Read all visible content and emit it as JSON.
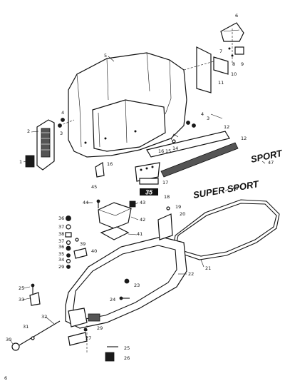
{
  "diagram": {
    "decals": {
      "sport_small": "SPORT",
      "super_sport": "SUPER SPORT",
      "model_number": "35"
    },
    "callouts": [
      {
        "n": "1"
      },
      {
        "n": "2"
      },
      {
        "n": "3"
      },
      {
        "n": "3"
      },
      {
        "n": "4"
      },
      {
        "n": "4"
      },
      {
        "n": "5"
      },
      {
        "n": "6"
      },
      {
        "n": "7"
      },
      {
        "n": "8"
      },
      {
        "n": "9"
      },
      {
        "n": "10"
      },
      {
        "n": "11"
      },
      {
        "n": "12"
      },
      {
        "n": "12"
      },
      {
        "n": "14"
      },
      {
        "n": "15"
      },
      {
        "n": "16"
      },
      {
        "n": "16"
      },
      {
        "n": "17"
      },
      {
        "n": "18"
      },
      {
        "n": "19"
      },
      {
        "n": "20"
      },
      {
        "n": "21"
      },
      {
        "n": "22"
      },
      {
        "n": "23"
      },
      {
        "n": "24"
      },
      {
        "n": "25"
      },
      {
        "n": "25"
      },
      {
        "n": "26"
      },
      {
        "n": "27"
      },
      {
        "n": "29"
      },
      {
        "n": "29"
      },
      {
        "n": "30"
      },
      {
        "n": "31"
      },
      {
        "n": "32"
      },
      {
        "n": "33"
      },
      {
        "n": "34"
      },
      {
        "n": "35"
      },
      {
        "n": "36"
      },
      {
        "n": "36"
      },
      {
        "n": "37"
      },
      {
        "n": "37"
      },
      {
        "n": "38"
      },
      {
        "n": "39"
      },
      {
        "n": "40"
      },
      {
        "n": "41"
      },
      {
        "n": "42"
      },
      {
        "n": "43"
      },
      {
        "n": "44"
      },
      {
        "n": "45"
      },
      {
        "n": "46"
      },
      {
        "n": "47"
      }
    ],
    "corner_mark": "6"
  }
}
